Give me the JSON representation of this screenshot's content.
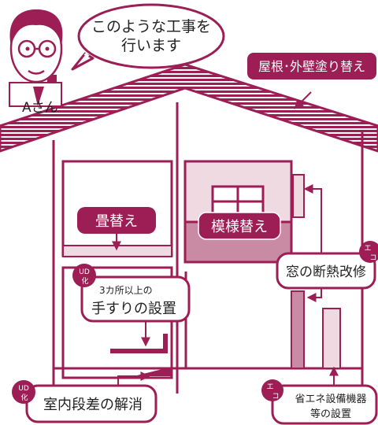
{
  "speech_bubble": {
    "line1": "このような工事を",
    "line2": "行います"
  },
  "person": {
    "label": "Aさん"
  },
  "labels": {
    "roof": "屋根･外壁塗り替え",
    "tatami": "畳替え",
    "renovation": "模様替え",
    "window": "窓の断熱改修",
    "handrail_small": "3カ所以上の",
    "handrail_big": "手すりの設置",
    "step": "室内段差の解消",
    "equipment_line1": "省エネ設備機器",
    "equipment_line2": "等の設置"
  },
  "badges": {
    "ud_top": "UD",
    "ud_bottom": "化",
    "eco_top": "エ",
    "eco_bottom": "コ"
  },
  "colors": {
    "accent": "#9c1e55",
    "pink_fill": "#efdae2",
    "mid_fill": "#c98aa3",
    "white": "#ffffff"
  }
}
